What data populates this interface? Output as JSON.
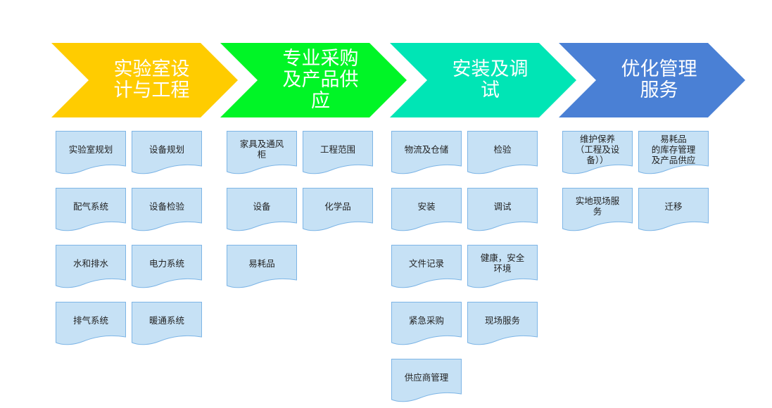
{
  "colors": {
    "doc_fill": "#C6E1F5",
    "doc_stroke": "#7DB5E6"
  },
  "stages": [
    {
      "title": "实验室设\n计与工程",
      "color": "#FFCC00",
      "items": [
        [
          "实验室规划",
          "设备规划"
        ],
        [
          "配气系统",
          "设备检验"
        ],
        [
          "水和排水",
          "电力系统"
        ],
        [
          "排气系统",
          "暖通系统"
        ]
      ]
    },
    {
      "title": "专业采购\n及产品供\n应",
      "color": "#00F526",
      "items": [
        [
          "家具及通风\n柜",
          "工程范围"
        ],
        [
          "设备",
          "化学品"
        ],
        [
          "易耗品"
        ]
      ]
    },
    {
      "title": "安装及调\n试",
      "color": "#00E5B5",
      "items": [
        [
          "物流及仓储",
          "检验"
        ],
        [
          "安装",
          "调试"
        ],
        [
          "文件记录",
          "健康，安全\n环境"
        ],
        [
          "紧急采购",
          "现场服务"
        ],
        [
          "供应商管理"
        ]
      ]
    },
    {
      "title": "优化管理\n服务",
      "color": "#4A80D5",
      "items": [
        [
          "维护保养\n（工程及设\n备））",
          "易耗品\n的库存管理\n及产品供应"
        ],
        [
          "实地现场服\n务",
          "迁移"
        ]
      ]
    }
  ]
}
